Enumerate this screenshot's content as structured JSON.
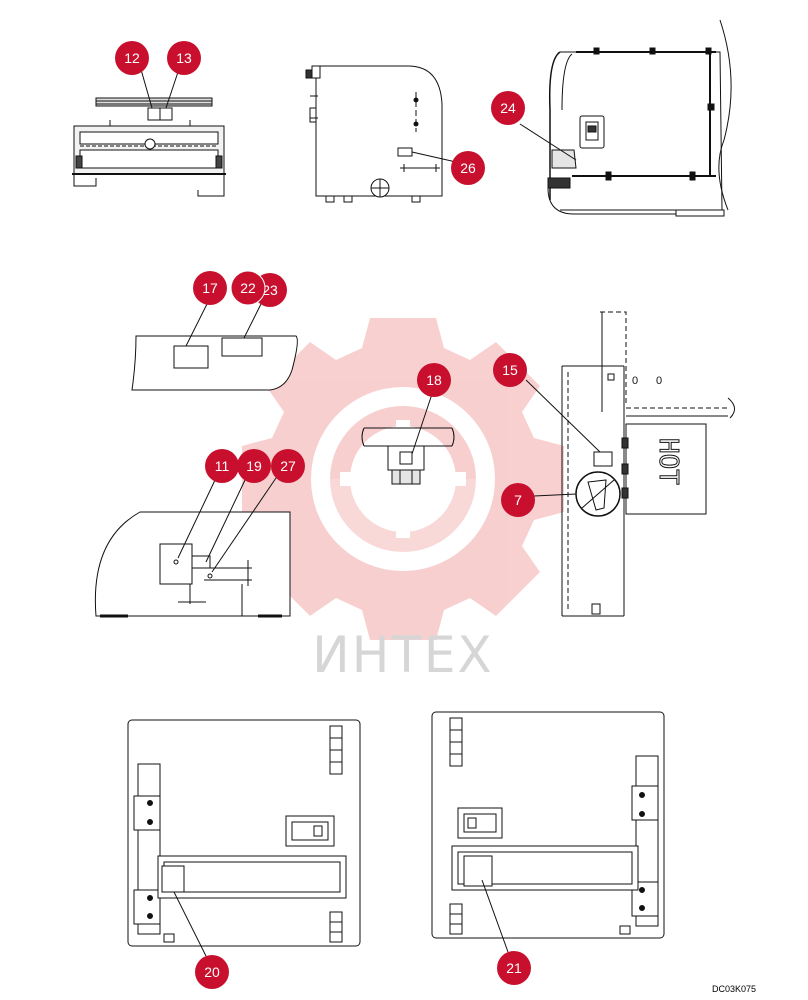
{
  "colors": {
    "callout_fill": "#c8102e",
    "callout_text": "#ffffff",
    "line": "#111111",
    "panel_fill": "#ececec",
    "watermark": "#f6c9c9",
    "watermark_text": "#d9d9d9"
  },
  "watermark": {
    "icon": "gear-logo-icon",
    "text": "ИНТЕХ"
  },
  "callouts": {
    "c12": "12",
    "c13": "13",
    "c24": "24",
    "c26": "26",
    "c17": "17",
    "c22": "22",
    "c23": "23",
    "c18": "18",
    "c15": "15",
    "c7": "7",
    "c11": "11",
    "c19": "19",
    "c27": "27",
    "c20": "20",
    "c21": "21"
  },
  "labels": {
    "door_text": "HOT",
    "dial_a": "0",
    "dial_b": "0"
  },
  "reference_code": "DC03K075"
}
